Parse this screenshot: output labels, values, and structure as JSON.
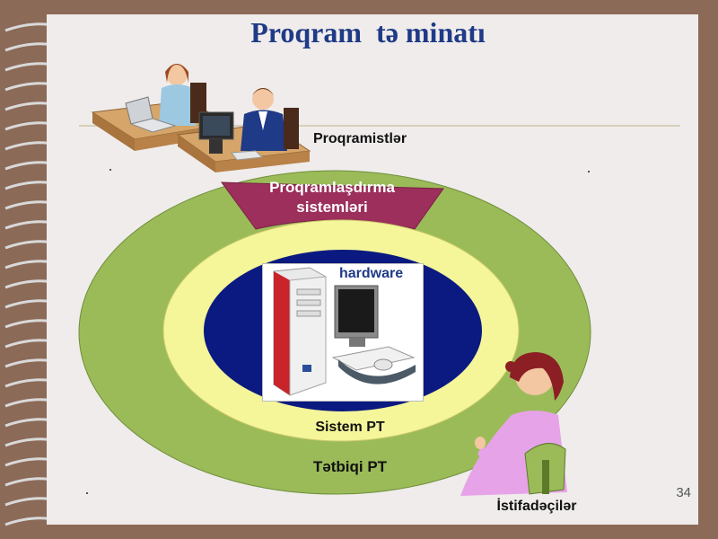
{
  "slide": {
    "title": "Proqram  tә minatı",
    "page_number": "34"
  },
  "diagram": {
    "labels": {
      "programmers": "Proqramistlər",
      "programming_systems": "Proqramlaşdırma\nsistemləri",
      "hardware": "hardware",
      "system_software": "Sistem PT",
      "applied_software": "Tətbiqi PT",
      "users": "İstifadəçilər"
    },
    "colors": {
      "outer_ring": "#9bbb59",
      "programming_sector": "#9c2f5b",
      "middle_ring": "#f5f59a",
      "core": "#0a1a80",
      "title": "#1f3a86"
    },
    "icons": [
      "programmers-illustration-icon",
      "computer-hardware-icon",
      "user-person-icon",
      "spiral-binding-icon"
    ]
  }
}
